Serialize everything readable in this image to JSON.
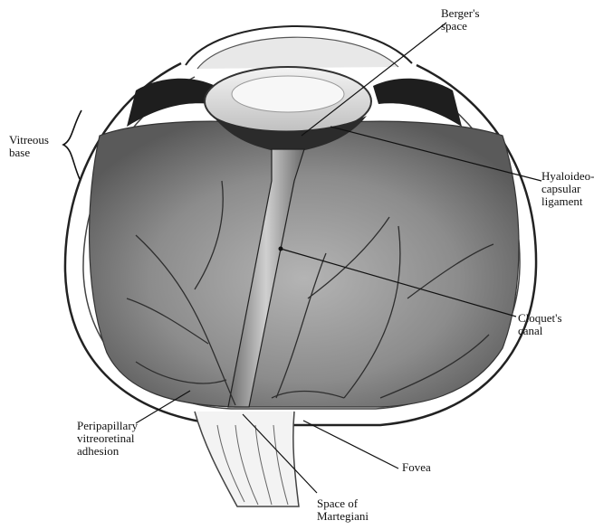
{
  "labels": {
    "bergers_space": [
      "Berger's",
      "space"
    ],
    "vitreous_base": [
      "Vitreous",
      "base"
    ],
    "hyaloideocapsular_ligament": [
      "Hyaloideo-",
      "capsular",
      "ligament"
    ],
    "cloquets_canal": [
      "Cloquet's",
      "canal"
    ],
    "peripapillary_adhesion": [
      "Peripapillary",
      "vitreoretinal",
      "adhesion"
    ],
    "fovea": [
      "Fovea"
    ],
    "space_of_martegiani": [
      "Space of",
      "Martegiani"
    ]
  },
  "colors": {
    "ink": "#111111",
    "vitreous_gray": "#8a8a8a",
    "vitreous_light": "#c9c9c9",
    "lens": "#e6e6e6",
    "dark_tissue": "#2a2a2a"
  }
}
